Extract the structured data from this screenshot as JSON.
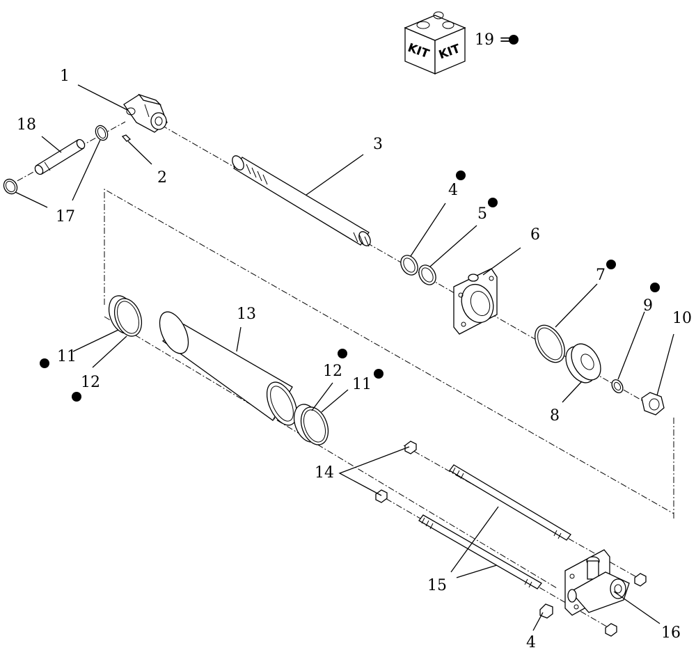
{
  "kit": {
    "box_labels": [
      "KIT",
      "KIT"
    ],
    "callout": "19 ="
  },
  "callouts": [
    {
      "id": "1",
      "text": "1"
    },
    {
      "id": "2",
      "text": "2"
    },
    {
      "id": "3",
      "text": "3"
    },
    {
      "id": "4a",
      "text": "4"
    },
    {
      "id": "4b",
      "text": "4"
    },
    {
      "id": "5",
      "text": "5"
    },
    {
      "id": "6",
      "text": "6"
    },
    {
      "id": "7",
      "text": "7"
    },
    {
      "id": "8",
      "text": "8"
    },
    {
      "id": "9",
      "text": "9"
    },
    {
      "id": "10",
      "text": "10"
    },
    {
      "id": "11a",
      "text": "11"
    },
    {
      "id": "11b",
      "text": "11"
    },
    {
      "id": "12a",
      "text": "12"
    },
    {
      "id": "12b",
      "text": "12"
    },
    {
      "id": "13",
      "text": "13"
    },
    {
      "id": "14",
      "text": "14"
    },
    {
      "id": "15",
      "text": "15"
    },
    {
      "id": "16",
      "text": "16"
    },
    {
      "id": "17",
      "text": "17"
    },
    {
      "id": "18",
      "text": "18"
    }
  ],
  "seal_kit_marker": "●"
}
